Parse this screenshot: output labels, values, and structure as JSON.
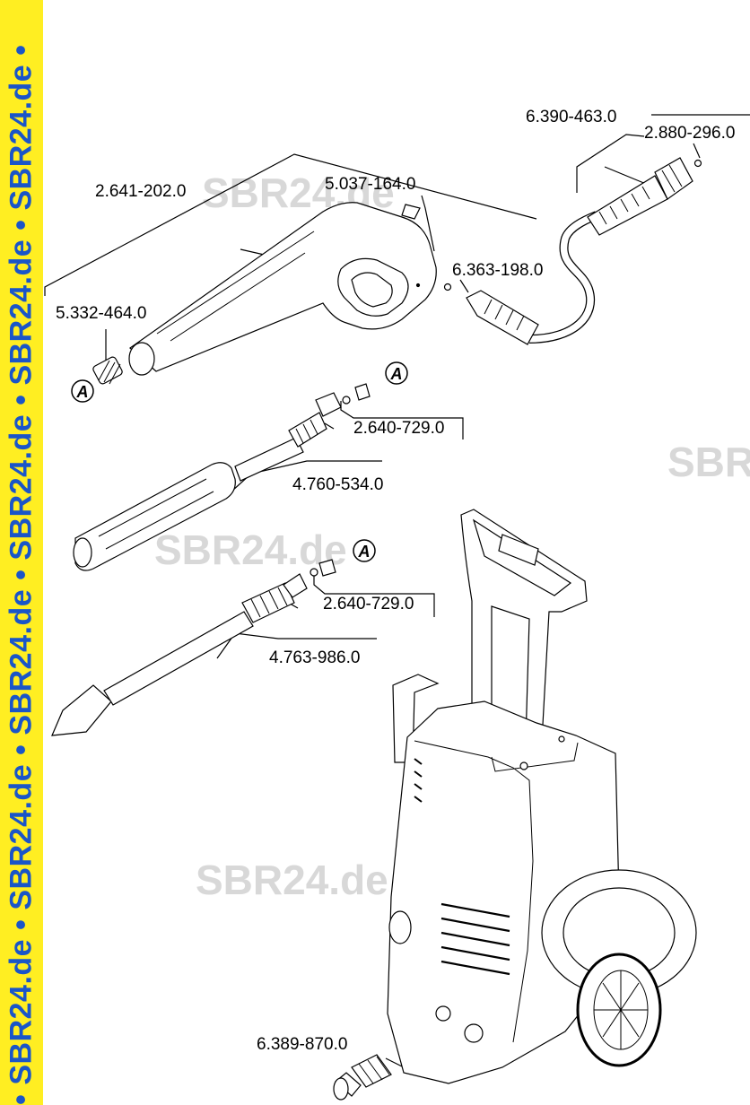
{
  "sidebar": {
    "text": "• SBR24.de • SBR24.de • SBR24.de • SBR24.de • SBR24.de • SBR24.de •"
  },
  "watermarks": [
    "SBR24.de",
    "SBR24.de",
    "SBR24.de",
    "SBR"
  ],
  "ref_marker": "A",
  "parts": {
    "hose": "6.390-463.0",
    "hose_end": "2.880-296.0",
    "gun_handle": "2.641-202.0",
    "clip": "5.037-164.0",
    "oring": "6.363-198.0",
    "spring": "5.332-464.0",
    "nozzle_upper": "2.640-729.0",
    "lance_vario": "4.760-534.0",
    "nozzle_lower": "2.640-729.0",
    "lance_dirt": "4.763-986.0",
    "coupling": "6.389-870.0"
  },
  "colors": {
    "sidebar_bg": "#ffee22",
    "sidebar_text": "#1a55c8",
    "watermark": "#d8d8d8",
    "line": "#000000"
  }
}
